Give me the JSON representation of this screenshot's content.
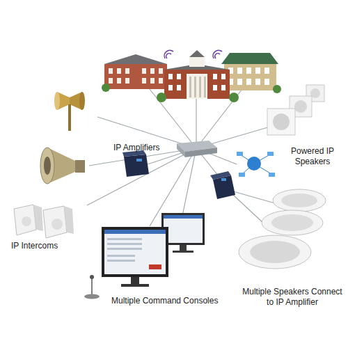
{
  "diagram": {
    "labels": [
      "IP Amplifiers",
      "Powered IP Speakers",
      "IP Intercoms",
      "Multiple Command Consoles",
      "Multiple Speakers Connect to IP Amplifier"
    ]
  }
}
